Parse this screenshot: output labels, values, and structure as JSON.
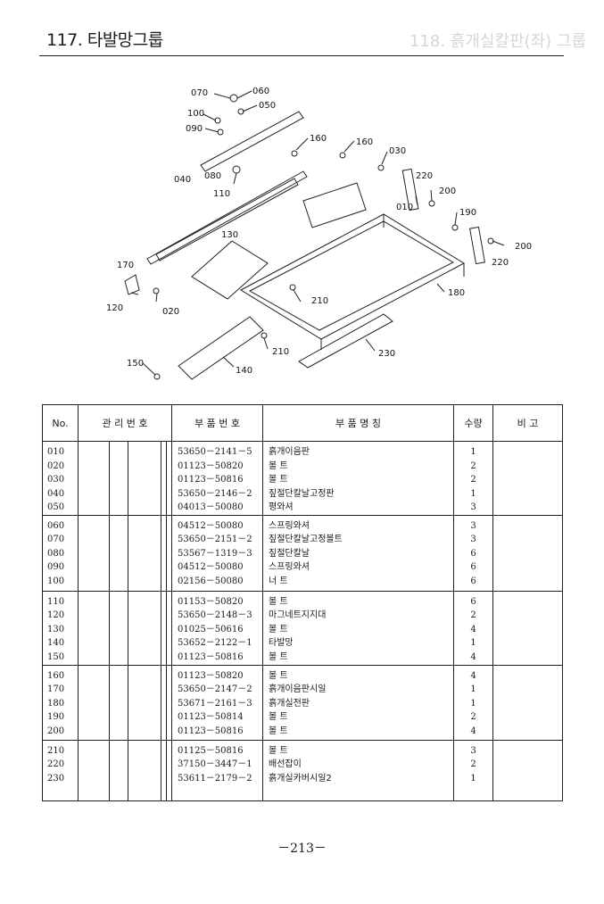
{
  "header": {
    "title": "117. 타발망그룹",
    "ghost_text": "118. 흙개실칼판(좌) 그룹"
  },
  "diagram": {
    "callouts": {
      "c070": "070",
      "c060": "060",
      "c050": "050",
      "c100": "100",
      "c090": "090",
      "c040": "040",
      "c080": "080",
      "c110": "110",
      "c160a": "160",
      "c160b": "160",
      "c030": "030",
      "c220a": "220",
      "c200a": "200",
      "c010": "010",
      "c190": "190",
      "c200b": "200",
      "c220b": "220",
      "c130": "130",
      "c170": "170",
      "c180": "180",
      "c210a": "210",
      "c120": "120",
      "c020": "020",
      "c230": "230",
      "c210b": "210",
      "c150": "150",
      "c140": "140"
    }
  },
  "table": {
    "headers": {
      "no": "No.",
      "mgmt": "관 리 번 호",
      "part_no": "부 품 번 호",
      "part_name": "부 품 명 칭",
      "qty": "수량",
      "remarks": "비 고"
    },
    "groups": [
      {
        "nos": [
          "010",
          "020",
          "030",
          "040",
          "050"
        ],
        "part_nos": [
          "53650－2141－5",
          "01123－50820",
          "01123－50816",
          "53650－2146－2",
          "04013－50080"
        ],
        "names": [
          "흙개이음판",
          "볼 트",
          "볼 트",
          "짚절단칼날고정판",
          "평와셔"
        ],
        "qtys": [
          "1",
          "2",
          "2",
          "1",
          "3"
        ]
      },
      {
        "nos": [
          "060",
          "070",
          "080",
          "090",
          "100"
        ],
        "part_nos": [
          "04512－50080",
          "53650－2151－2",
          "53567－1319－3",
          "04512－50080",
          "02156－50080"
        ],
        "names": [
          "스프링와셔",
          "짚절단칼날고정볼트",
          "짚절단칼날",
          "스프링와셔",
          "너 트"
        ],
        "qtys": [
          "3",
          "3",
          "6",
          "6",
          "6"
        ]
      },
      {
        "nos": [
          "110",
          "120",
          "130",
          "140",
          "150"
        ],
        "part_nos": [
          "01153－50820",
          "53650－2148－3",
          "01025－50616",
          "53652－2122－1",
          "01123－50816"
        ],
        "names": [
          "볼 트",
          "마그네트지지대",
          "볼 트",
          "타발망",
          "볼 트"
        ],
        "qtys": [
          "6",
          "2",
          "4",
          "1",
          "4"
        ]
      },
      {
        "nos": [
          "160",
          "170",
          "180",
          "190",
          "200"
        ],
        "part_nos": [
          "01123－50820",
          "53650－2147－2",
          "53671－2161－3",
          "01123－50814",
          "01123－50816"
        ],
        "names": [
          "볼 트",
          "흙개이음판시일",
          "흙개실전판",
          "볼 트",
          "볼 트"
        ],
        "qtys": [
          "4",
          "1",
          "1",
          "2",
          "4"
        ]
      },
      {
        "nos": [
          "210",
          "220",
          "230"
        ],
        "part_nos": [
          "01125－50816",
          "37150－3447－1",
          "53611－2179－2"
        ],
        "names": [
          "볼 트",
          "배선잡이",
          "흙개실카버시일2"
        ],
        "qtys": [
          "3",
          "2",
          "1"
        ]
      }
    ]
  },
  "footer": {
    "page_number": "－213－"
  }
}
